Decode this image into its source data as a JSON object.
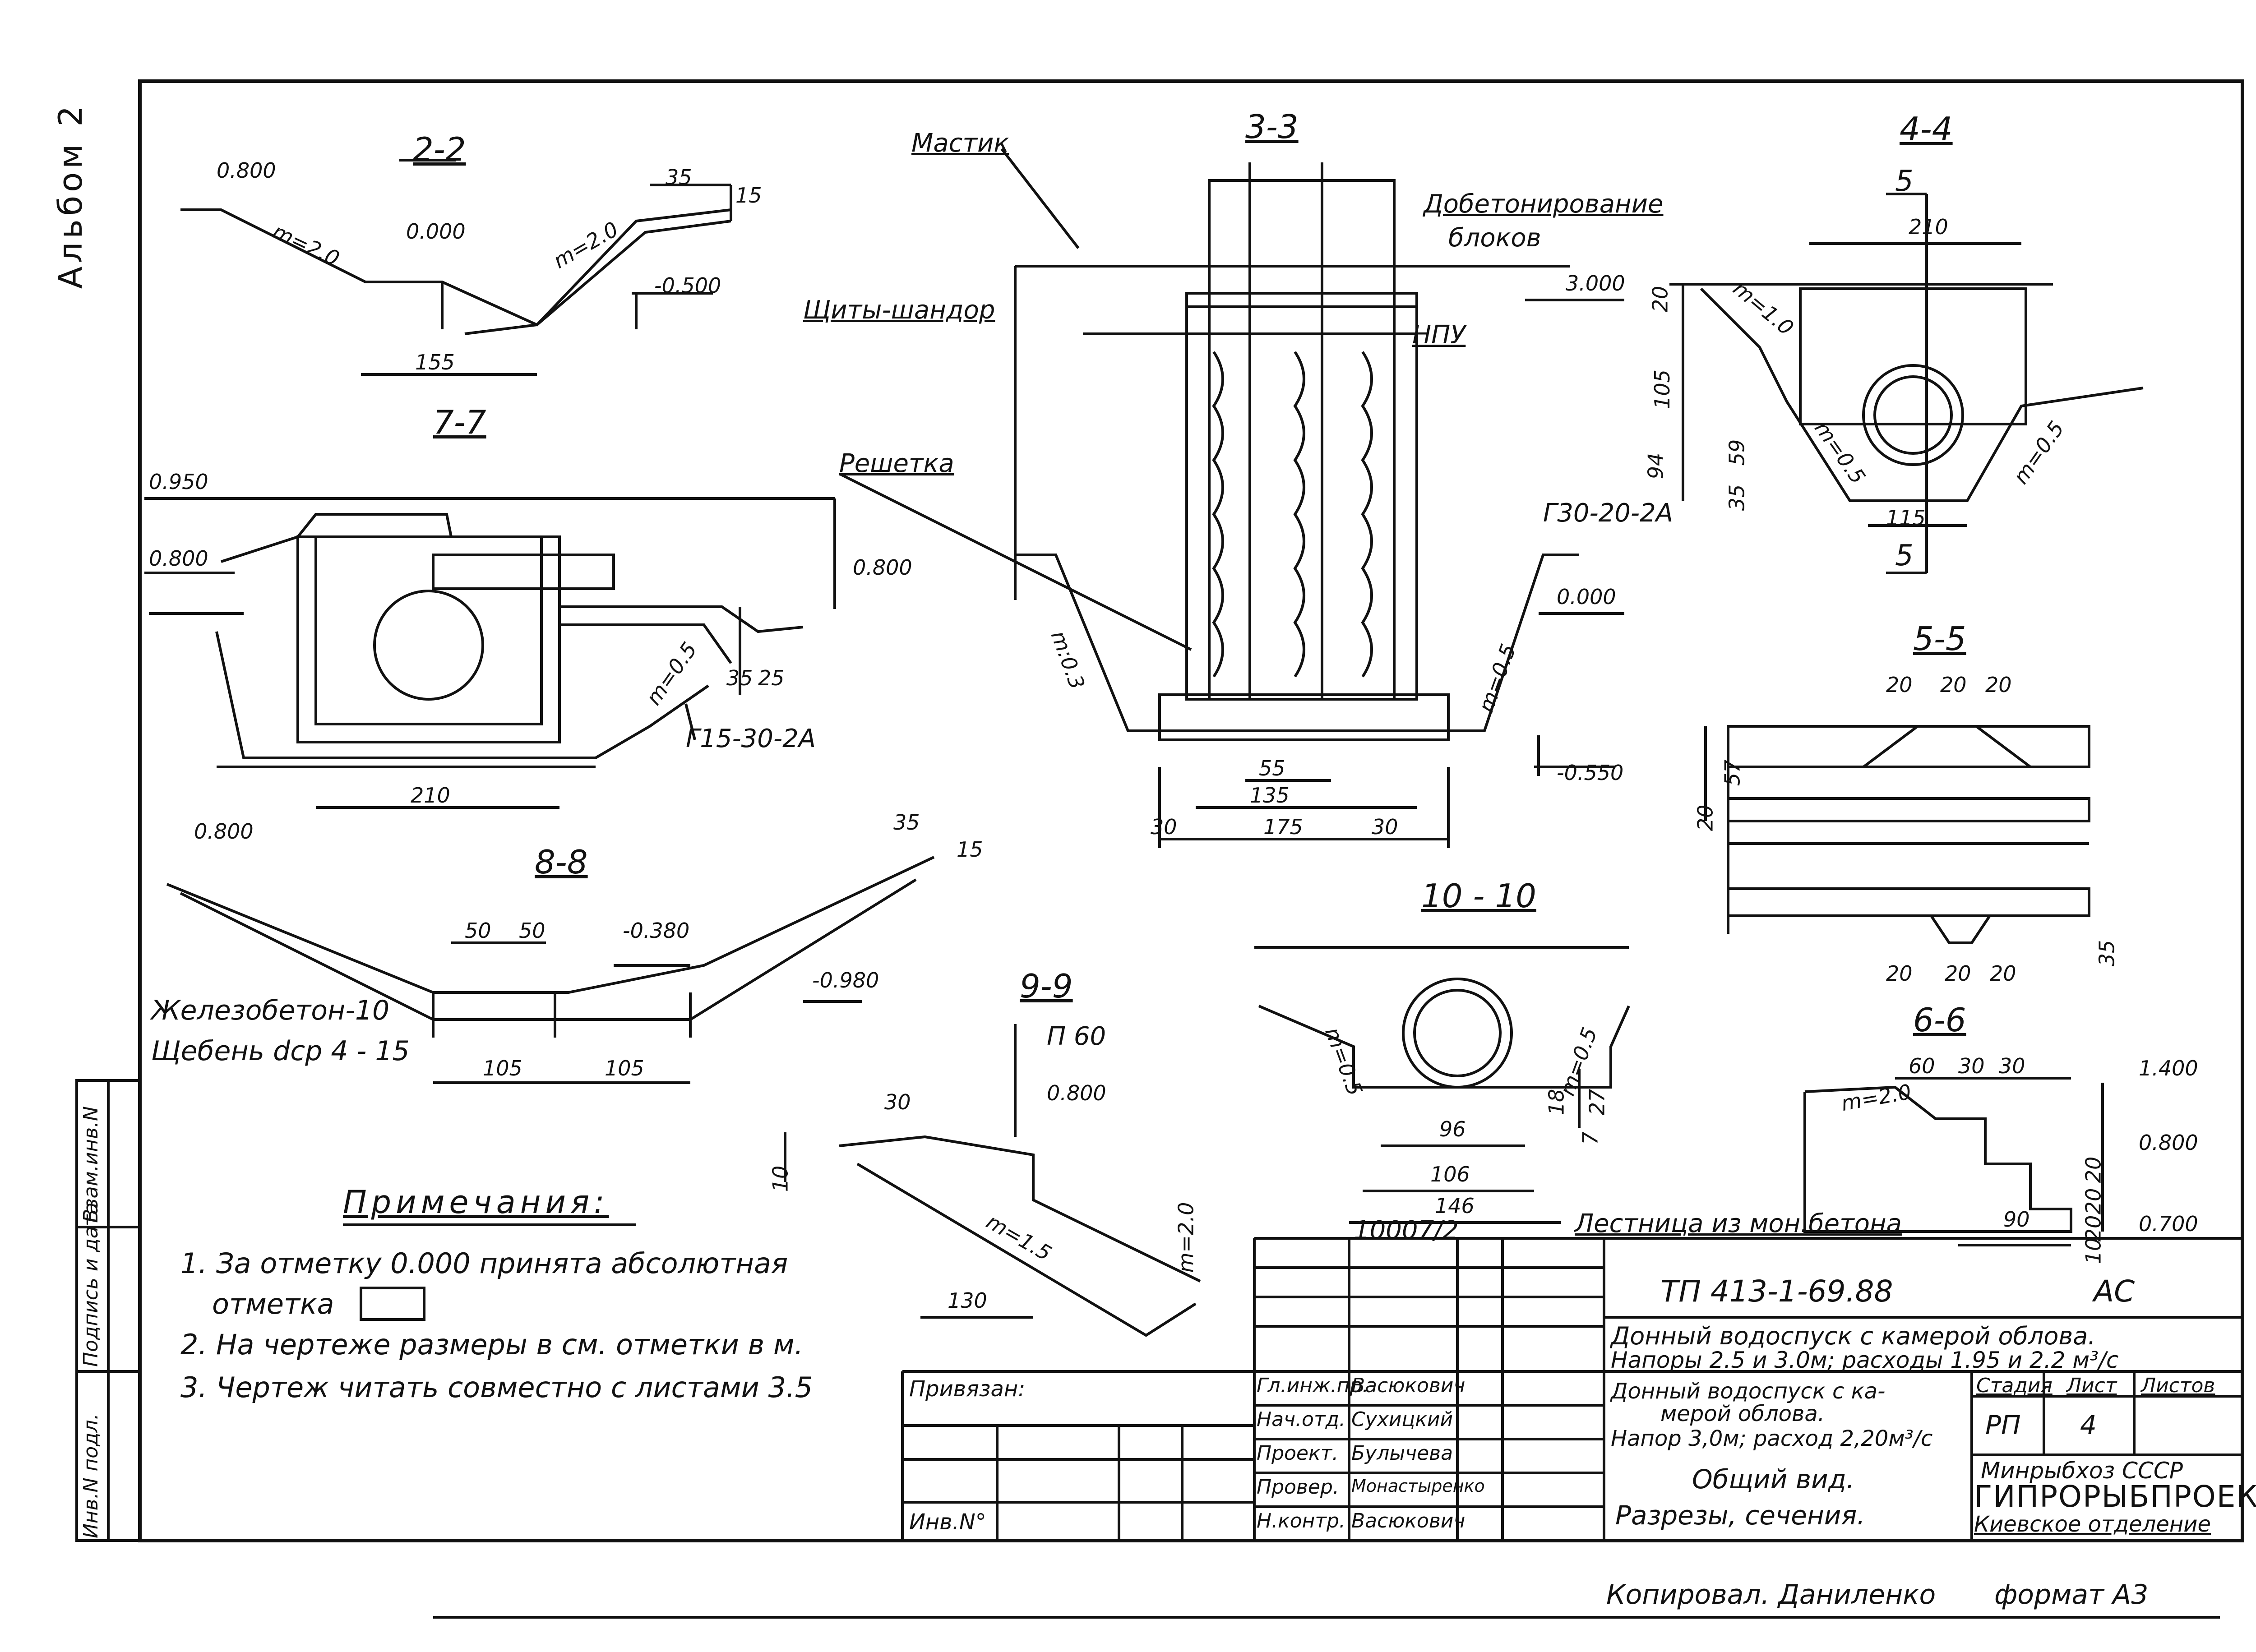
{
  "album": "Альбом 2",
  "sections": {
    "s22": "2-2",
    "s33": "3-3",
    "s44": "4-4",
    "s55": "5-5",
    "s66": "6-6",
    "s77": "7-7",
    "s88": "8-8",
    "s99": "9-9",
    "s1010": "10 - 10"
  },
  "labels": {
    "mastik": "Мастик",
    "dobeton": "Добетонирование",
    "blocks": "блоков",
    "shchity": "Щиты-шандор",
    "reshetka": "Решетка",
    "npu": "НПУ",
    "g30": "Г30-20-2А",
    "g15": "Г15-30-2А",
    "p60": "П 60",
    "zhb": "Железобетон-10",
    "shcheb": "Щебень dср 4 - 15",
    "ladder": "Лестница из мон.бетона",
    "sheet_ref": "10007/2"
  },
  "dims_22": {
    "e1": "0.800",
    "e2": "0.000",
    "e3": "-0.500",
    "m1": "m=2.0",
    "m2": "m=2.0",
    "w": "155",
    "a": "35",
    "b": "15"
  },
  "dims_33": {
    "e1": "3.000",
    "e2": "0.000",
    "e3": "-0.550",
    "m1": "m:0.3",
    "m2": "m=0.5",
    "d1": "55",
    "d2": "135",
    "d3": "175",
    "d4": "30",
    "d5": "30"
  },
  "dims_44": {
    "w1": "210",
    "w2": "115",
    "h1": "20",
    "h2": "105",
    "h3": "94",
    "h4": "59",
    "h5": "35",
    "m1": "m=1.0",
    "m2": "m=0.5",
    "m3": "m=0.5",
    "cut": "5"
  },
  "dims_55": {
    "a": "20",
    "b": "20",
    "c": "20",
    "h1": "57",
    "h2": "20",
    "h3": "35",
    "d": "20",
    "e": "20",
    "f": "20"
  },
  "dims_66": {
    "a": "60",
    "b": "30",
    "c": "30",
    "e1": "1.400",
    "e2": "0.800",
    "e3": "0.700",
    "w": "90",
    "h1": "20",
    "h2": "20",
    "h3": "20",
    "h4": "10",
    "m": "m=2.0"
  },
  "dims_77": {
    "e1": "0.950",
    "e2": "0.800",
    "e3": "0.800",
    "w": "210",
    "a": "35",
    "b": "25",
    "m": "m=0.5"
  },
  "dims_88": {
    "e1": "0.800",
    "e2": "-0.380",
    "e3": "-0.980",
    "a": "50",
    "b": "50",
    "c": "105",
    "d": "105",
    "e": "35",
    "f": "15"
  },
  "dims_99": {
    "e1": "0.800",
    "a": "30",
    "b": "10",
    "c": "130",
    "m1": "m=1.5",
    "m2": "m=2.0"
  },
  "dims_1010": {
    "a": "96",
    "b": "106",
    "c": "146",
    "h1": "18",
    "h2": "27",
    "h3": "7",
    "m1": "m=0.5",
    "m2": "m=0.5"
  },
  "notes": {
    "title": "Примечания:",
    "n1a": "1. За отметку 0.000 принята абсолютная",
    "n1b": "отметка",
    "n2": "2. На чертеже размеры в см. отметки в м.",
    "n3": "3. Чертеж читать совместно с листами 3.5"
  },
  "side_stamp": [
    "Инв.N подл.",
    "Подпись и дата",
    "Взам.инв.N"
  ],
  "title_block": {
    "code": "ТП 413-1-69.88",
    "mark": "АС",
    "title1": "Донный водоспуск с камерой облова.",
    "title2": "Напоры 2.5 и 3.0м; расходы 1.95 и 2.2 м³/с",
    "desc1": "Донный водоспуск с ка-",
    "desc2": "мерой облова.",
    "desc3": "Напор 3,0м; расход 2,20м³/с",
    "sheet_title1": "Общий вид.",
    "sheet_title2": "Разрезы, сечения.",
    "privyazan": "Привязан:",
    "inv": "Инв.N°",
    "col_stage": "Стадия",
    "col_sheet": "Лист",
    "col_sheets": "Листов",
    "stage": "РП",
    "sheet": "4",
    "org1": "Минрыбхоз СССР",
    "org2": "ГИПРОРЫБПРОЕКТ",
    "org3": "Киевское отделение",
    "roles": [
      "Гл.инж.пр.",
      "Нач.отд.",
      "Проект.",
      "Провер.",
      "Н.контр."
    ],
    "names": [
      "Васюкович",
      "Сухицкий",
      "Булычева",
      "Монастыренко",
      "Васюкович"
    ]
  },
  "footer": {
    "copied": "Копировал. Даниленко",
    "format": "формат А3"
  }
}
